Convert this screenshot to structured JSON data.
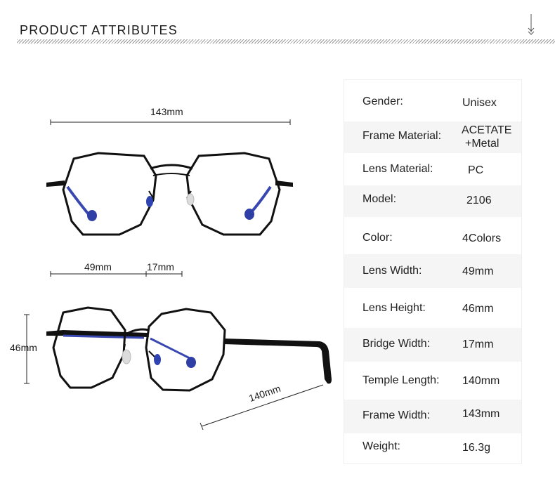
{
  "header": {
    "title": "PRODUCT ATTRIBUTES"
  },
  "dimensions": {
    "total_width": "143mm",
    "lens_width": "49mm",
    "bridge": "17mm",
    "lens_height": "46mm",
    "temple": "140mm"
  },
  "attributes": [
    {
      "key": "Gender:",
      "value": "Unisex"
    },
    {
      "key": "Frame Material:",
      "value_line1": "ACETATE",
      "value_line2": "+Metal"
    },
    {
      "key": "Lens Material:",
      "value": "PC"
    },
    {
      "key": "Model:",
      "value": "2106"
    },
    {
      "key": "Color:",
      "value": "4Colors"
    },
    {
      "key": "Lens Width:",
      "value": "49mm"
    },
    {
      "key": "Lens Height:",
      "value": "46mm"
    },
    {
      "key": "Bridge Width:",
      "value": "17mm"
    },
    {
      "key": "Temple Length:",
      "value": "140mm"
    },
    {
      "key": "Frame Width:",
      "value": "143mm"
    },
    {
      "key": "Weight:",
      "value": "16.3g"
    }
  ],
  "colors": {
    "frame": "#111111",
    "temple_tip": "#3a4fb0",
    "nose_pad": "#2f44b0",
    "row_alt": "#f5f5f5"
  }
}
